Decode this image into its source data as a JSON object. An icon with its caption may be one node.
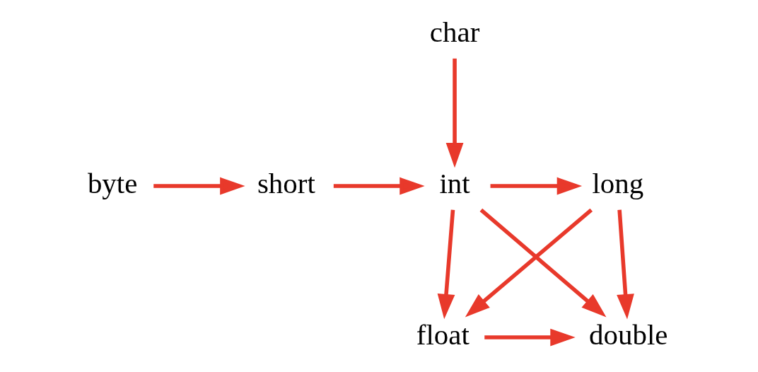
{
  "diagram": {
    "nodes": [
      {
        "text": [
          "char"
        ]
      },
      {
        "text": [
          "byte"
        ]
      },
      {
        "text": [
          "short"
        ]
      },
      {
        "text": [
          "int"
        ]
      },
      {
        "text": [
          "long"
        ]
      },
      {
        "text": [
          "float"
        ]
      },
      {
        "text": [
          "double"
        ]
      }
    ],
    "edges": [
      {
        "from": 0,
        "to": 3,
        "arrow": "to"
      },
      {
        "from": 1,
        "to": 2,
        "arrow": "to"
      },
      {
        "from": 2,
        "to": 3,
        "arrow": "to"
      },
      {
        "from": 3,
        "to": 4,
        "arrow": "to"
      },
      {
        "from": 3,
        "to": 5,
        "arrow": "to"
      },
      {
        "from": 3,
        "to": 6,
        "arrow": "to"
      },
      {
        "from": 4,
        "to": 5,
        "arrow": "to"
      },
      {
        "from": 4,
        "to": 6,
        "arrow": "to"
      },
      {
        "from": 5,
        "to": 6,
        "arrow": "to"
      }
    ]
  }
}
